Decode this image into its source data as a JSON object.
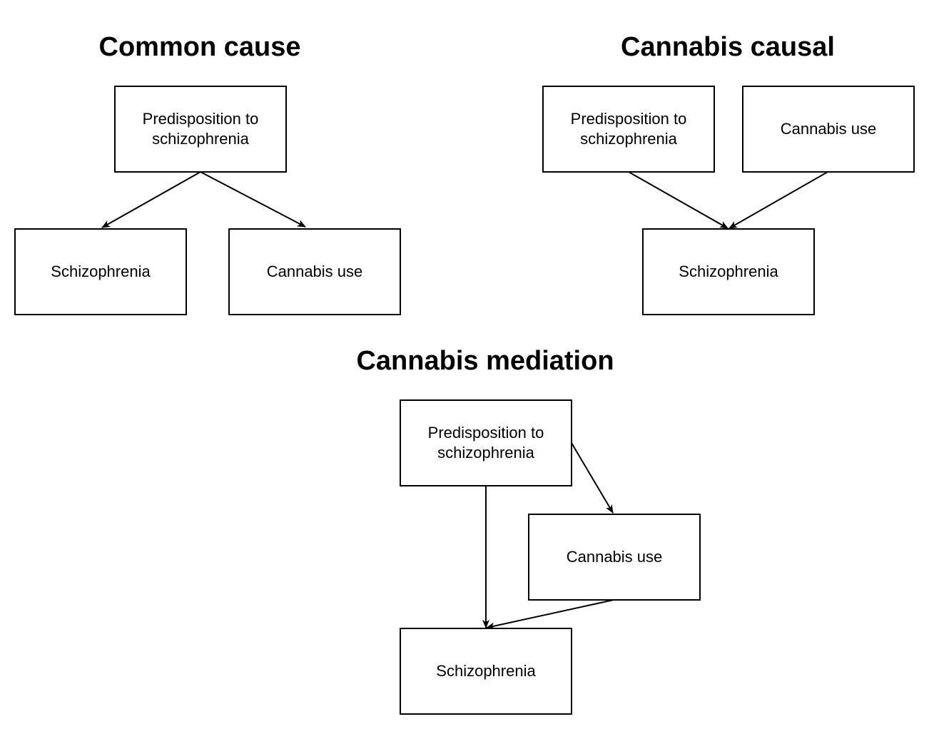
{
  "diagrams": {
    "common_cause": {
      "title": "Common cause",
      "predisposition": "Predisposition to\nschizophrenia",
      "schizophrenia": "Schizophrenia",
      "cannabis": "Cannabis use"
    },
    "cannabis_causal": {
      "title": "Cannabis causal",
      "predisposition": "Predisposition to\nschizophrenia",
      "cannabis": "Cannabis use",
      "schizophrenia": "Schizophrenia"
    },
    "cannabis_mediation": {
      "title": "Cannabis mediation",
      "predisposition": "Predisposition to\nschizophrenia",
      "cannabis": "Cannabis use",
      "schizophrenia": "Schizophrenia"
    }
  },
  "edges": [
    {
      "from": "common_cause.predisposition",
      "to": "common_cause.schizophrenia"
    },
    {
      "from": "common_cause.predisposition",
      "to": "common_cause.cannabis"
    },
    {
      "from": "cannabis_causal.predisposition",
      "to": "cannabis_causal.schizophrenia"
    },
    {
      "from": "cannabis_causal.cannabis",
      "to": "cannabis_causal.schizophrenia"
    },
    {
      "from": "cannabis_mediation.predisposition",
      "to": "cannabis_mediation.cannabis"
    },
    {
      "from": "cannabis_mediation.predisposition",
      "to": "cannabis_mediation.schizophrenia"
    },
    {
      "from": "cannabis_mediation.cannabis",
      "to": "cannabis_mediation.schizophrenia"
    }
  ],
  "colors": {
    "stroke": "#000000",
    "background": "#ffffff"
  }
}
